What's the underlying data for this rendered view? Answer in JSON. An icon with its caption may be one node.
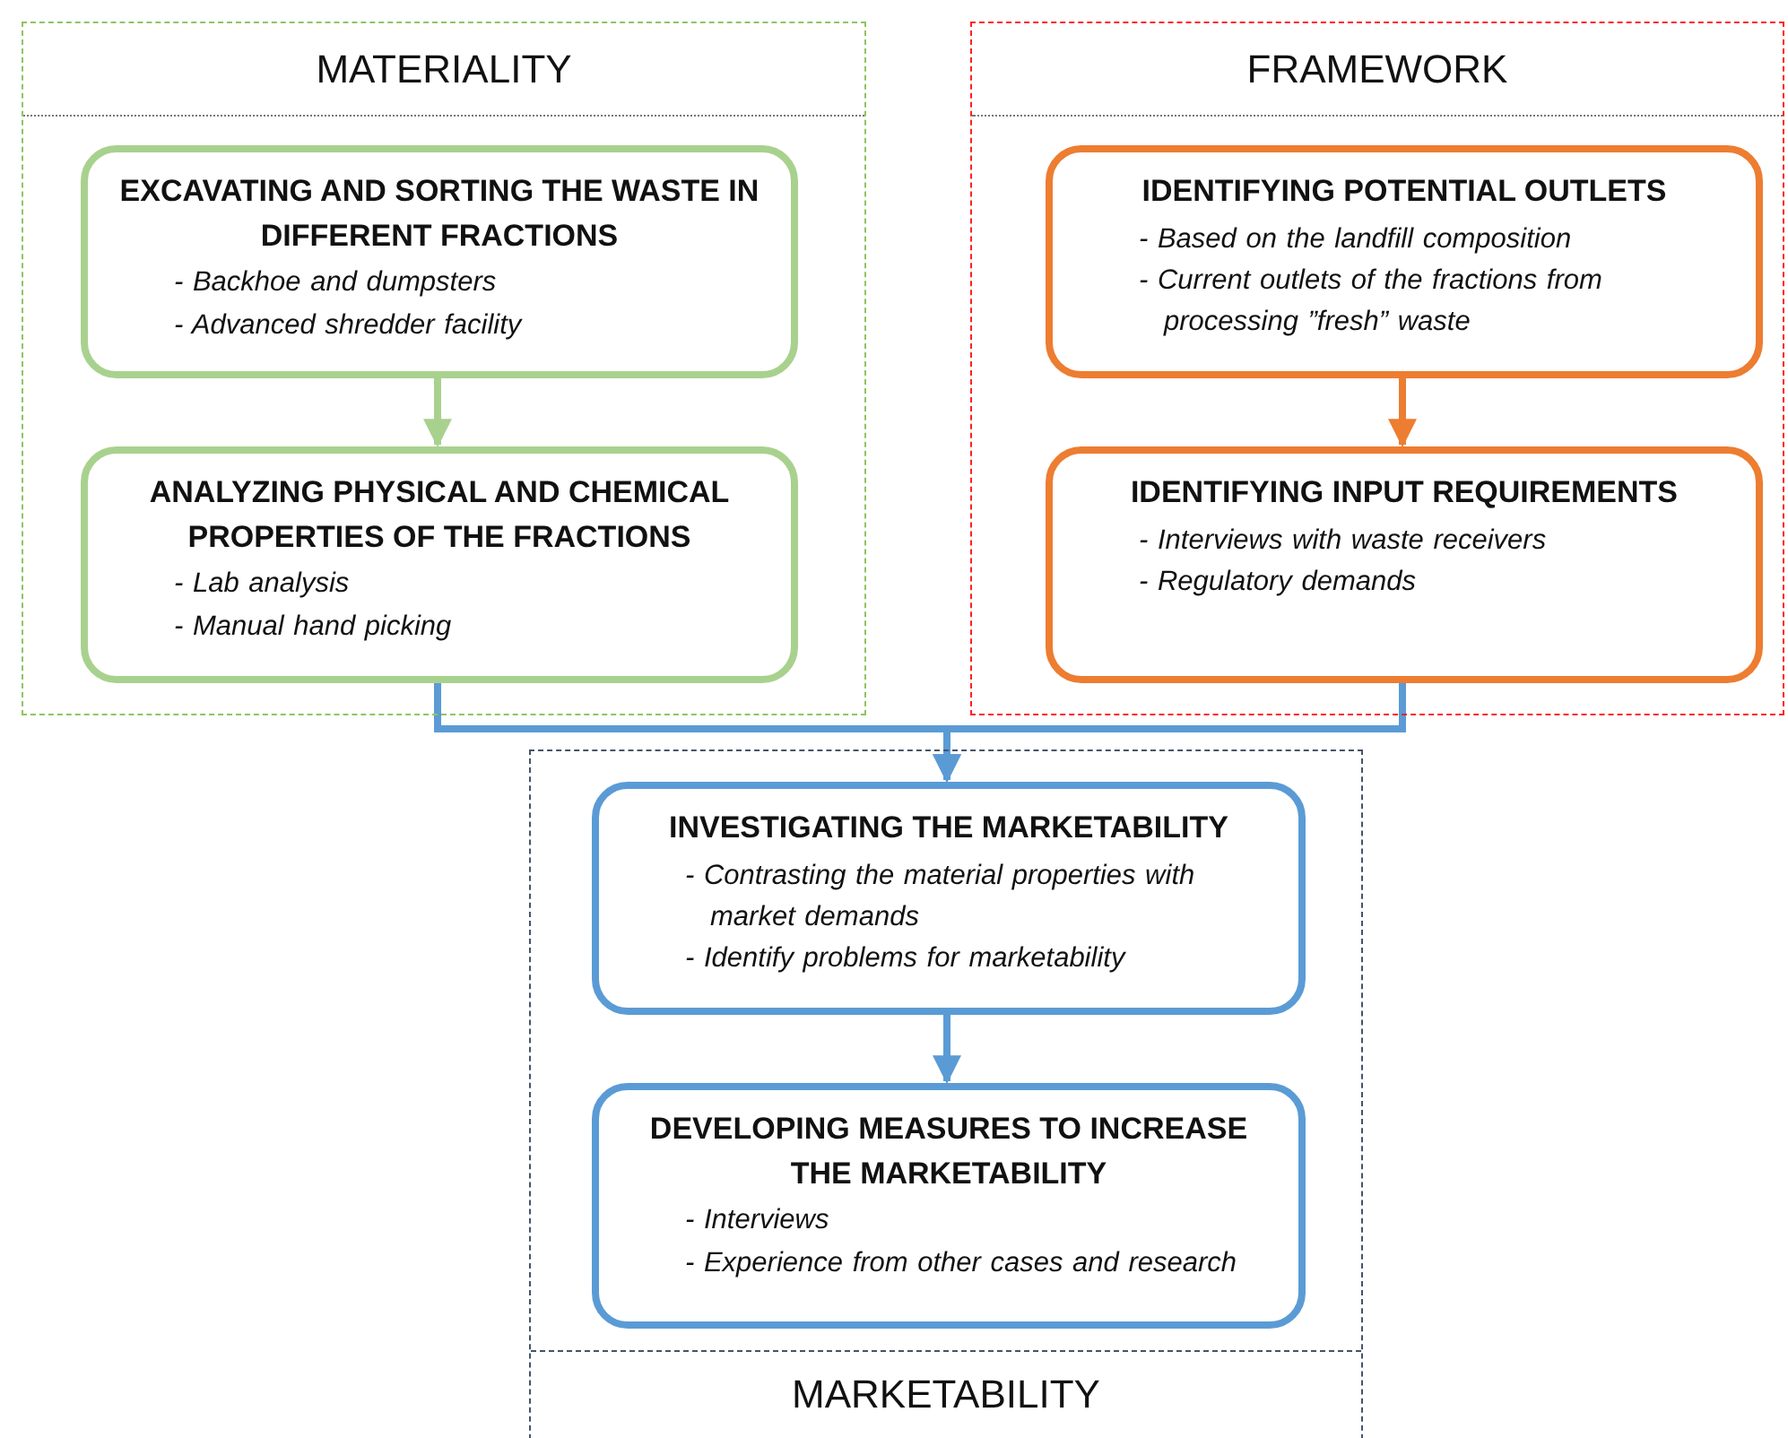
{
  "diagram": {
    "nodes": [
      {
        "text": [
          "MATERIALITY"
        ]
      },
      {
        "text": [
          "EXCAVATING AND SORTING THE WASTE IN DIFFERENT FRACTIONS",
          "- Backhoe and dumpsters",
          "- Advanced shredder facility"
        ],
        "in": 0
      },
      {
        "text": [
          "ANALYZING PHYSICAL AND CHEMICAL PROPERTIES OF THE FRACTIONS",
          "- Lab analysis",
          "- Manual hand picking"
        ],
        "in": 0
      },
      {
        "text": [
          "FRAMEWORK"
        ]
      },
      {
        "text": [
          "IDENTIFYING POTENTIAL OUTLETS",
          "- Based on the landfill composition",
          "- Current outlets of the fractions from processing ”fresh” waste"
        ],
        "in": 3
      },
      {
        "text": [
          "IDENTIFYING INPUT REQUIREMENTS",
          "- Interviews with waste receivers",
          "- Regulatory demands"
        ],
        "in": 3
      },
      {
        "text": [
          "MARKETABILITY"
        ]
      },
      {
        "text": [
          "INVESTIGATING THE MARKETABILITY",
          "- Contrasting the material properties with market demands",
          "- Identify problems for marketability"
        ],
        "in": 6
      },
      {
        "text": [
          "DEVELOPING MEASURES TO INCREASE THE MARKETABILITY",
          "- Interviews",
          "- Experience from other cases and research"
        ],
        "in": 6
      }
    ],
    "edges": [
      {
        "from": 1,
        "to": 2,
        "arrow": "to",
        "color": "#a9d18e"
      },
      {
        "from": 4,
        "to": 5,
        "arrow": "to",
        "color": "#ed7d31"
      },
      {
        "from": 2,
        "to": 7,
        "arrow": "to"
      },
      {
        "from": 5,
        "to": 7,
        "arrow": "to"
      },
      {
        "from": 7,
        "to": 8,
        "arrow": "to"
      }
    ]
  }
}
